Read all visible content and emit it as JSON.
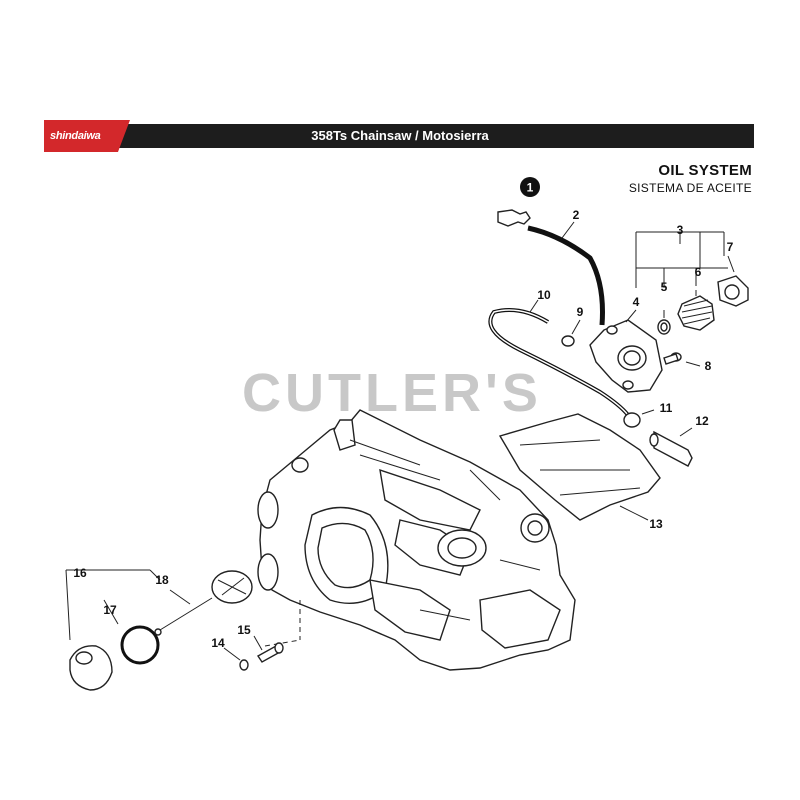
{
  "header": {
    "brand": "shindaiwa",
    "title": "358Ts Chainsaw / Motosierra",
    "brand_color": "#d3282b",
    "bar_color": "#1d1d1d"
  },
  "section": {
    "title": "OIL SYSTEM",
    "subtitle": "SISTEMA DE ACEITE"
  },
  "watermark": "CUTLER'S",
  "callouts": {
    "c1": "1",
    "c2": "2",
    "c3": "3",
    "c4": "4",
    "c5": "5",
    "c6": "6",
    "c7": "7",
    "c8": "8",
    "c9": "9",
    "c10": "10",
    "c11": "11",
    "c12": "12",
    "c13": "13",
    "c14": "14",
    "c15": "15",
    "c16": "16",
    "c17": "17",
    "c18": "18"
  }
}
